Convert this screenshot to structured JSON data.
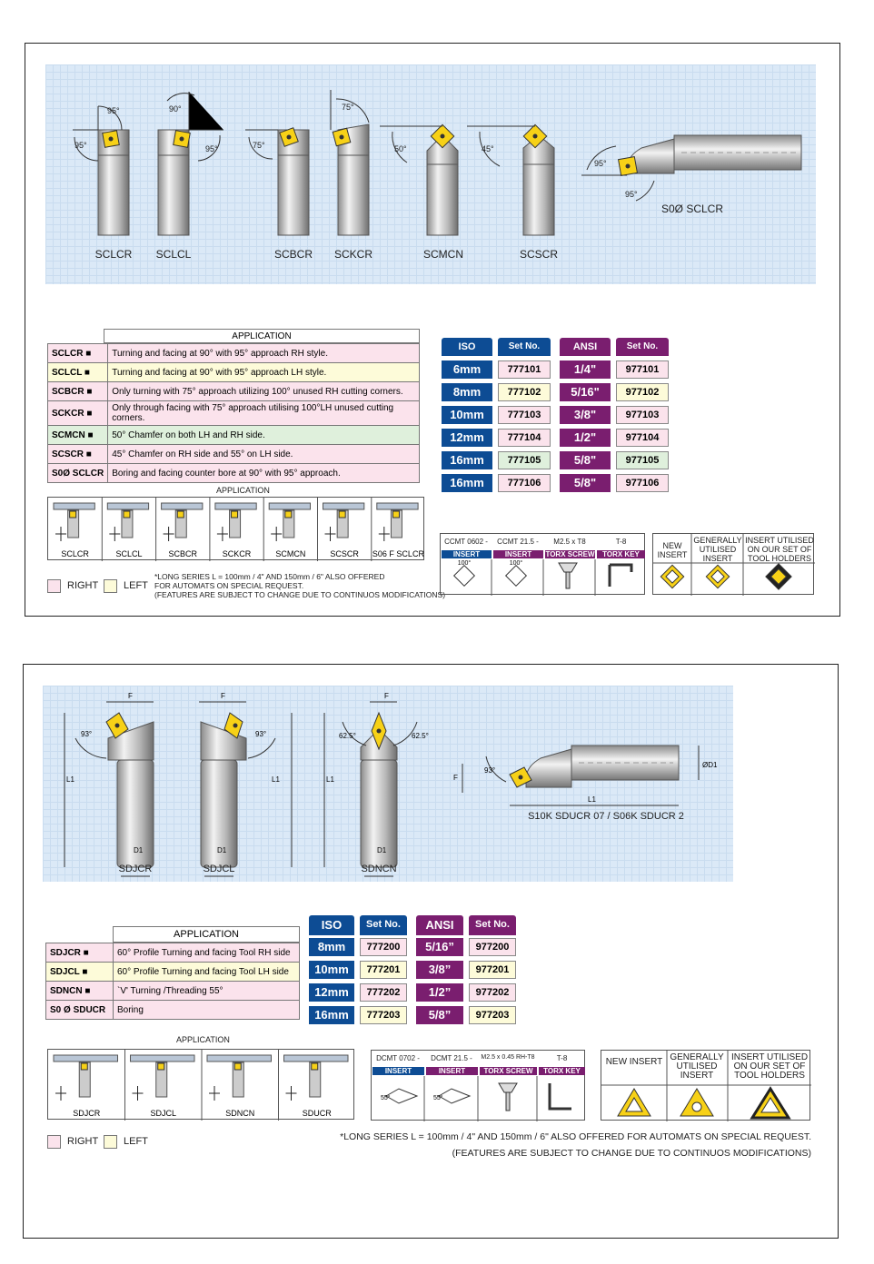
{
  "panel1": {
    "tools": [
      "SCLCR",
      "SCLCL",
      "SCBCR",
      "SCKCR",
      "SCMCN",
      "SCSCR",
      "S0Ø SCLCR"
    ],
    "angles": [
      "95°",
      "95°",
      "90°",
      "95°",
      "75°",
      "75°",
      "50°",
      "45°",
      "95°",
      "95°"
    ],
    "application_title": "APPLICATION",
    "rows": [
      {
        "code": "SCLCR ■",
        "desc": "Turning and facing at 90° with 95° approach RH style."
      },
      {
        "code": "SCLCL ■",
        "desc": "Turning and facing at 90° with 95° approach LH style."
      },
      {
        "code": "SCBCR ■",
        "desc": "Only  turning with 75° approach utilizing 100° unused RH cutting corners."
      },
      {
        "code": "SCKCR ■",
        "desc": "Only through facing with 75° approach utilising 100°LH unused cutting corners."
      },
      {
        "code": "SCMCN ■",
        "desc": "50° Chamfer on both LH and RH side."
      },
      {
        "code": "SCSCR ■",
        "desc": "45° Chamfer on RH side and 55° on LH side."
      },
      {
        "code": "S0Ø SCLCR",
        "desc": "Boring and facing counter bore at 90° with 95° approach."
      }
    ],
    "sizes": {
      "iso_header": "ISO",
      "set_header": "Set No.",
      "ansi_header": "ANSI",
      "set2_header": "Set No.",
      "rows": [
        {
          "iso": "6mm",
          "set": "777101",
          "ansi": "1/4\"",
          "set2": "977101"
        },
        {
          "iso": "8mm",
          "set": "777102",
          "ansi": "5/16\"",
          "set2": "977102"
        },
        {
          "iso": "10mm",
          "set": "777103",
          "ansi": "3/8\"",
          "set2": "977103"
        },
        {
          "iso": "12mm",
          "set": "777104",
          "ansi": "1/2\"",
          "set2": "977104"
        },
        {
          "iso": "16mm",
          "set": "777105",
          "ansi": "5/8\"",
          "set2": "977105"
        },
        {
          "iso": "16mm",
          "set": "777106",
          "ansi": "5/8\"",
          "set2": "977106"
        }
      ]
    },
    "app_strip_title": "APPLICATION",
    "app_strip": [
      "SCLCR",
      "SCLCL",
      "SCBCR",
      "SCKCR",
      "SCMCN",
      "SCSCR",
      "S06 F SCLCR"
    ],
    "legend_right": "RIGHT",
    "legend_left": "LEFT",
    "note": "*LONG SERIES L = 100mm / 4\" AND 150mm / 6\" ALSO OFFERED\nFOR AUTOMATS ON SPECIAL REQUEST.\n(FEATURES ARE SUBJECT TO CHANGE DUE TO CONTINUOS MODIFICATIONS)",
    "parts": {
      "heads": [
        "CCMT 0602 -",
        "CCMT 21.5 -",
        "M2.5 x T8",
        "T-8"
      ],
      "tags": [
        "INSERT",
        "INSERT",
        "TORX SCREW",
        "TORX KEY"
      ],
      "angle": "100°"
    },
    "inserts": [
      "NEW INSERT",
      "GENERALLY UTILISED INSERT",
      "INSERT UTILISED ON OUR SET OF TOOL HOLDERS"
    ]
  },
  "panel2": {
    "tools": [
      "SDJCR",
      "SDJCL",
      "SDNCN",
      "S10K SDUCR 07 / S06K SDUCR 2"
    ],
    "dims": {
      "f": "F",
      "l1": "L1",
      "d1": "D1",
      "od1": "ØD1"
    },
    "angles": [
      "93°",
      "93°",
      "62.5°",
      "62.5°",
      "93°"
    ],
    "application_title": "APPLICATION",
    "rows": [
      {
        "code": "SDJCR ■",
        "desc": "60° Profile Turning and facing Tool  RH side"
      },
      {
        "code": "SDJCL ■",
        "desc": "60° Profile Turning and facing Tool LH side"
      },
      {
        "code": "SDNCN ■",
        "desc": "`V' Turning /Threading 55°"
      },
      {
        "code": "S0 Ø SDUCR",
        "desc": "Boring"
      }
    ],
    "sizes": {
      "iso_header": "ISO",
      "set_header": "Set No.",
      "ansi_header": "ANSI",
      "set2_header": "Set No.",
      "rows": [
        {
          "iso": "8mm",
          "set": "777200",
          "ansi": "5/16”",
          "set2": "977200"
        },
        {
          "iso": "10mm",
          "set": "777201",
          "ansi": "3/8”",
          "set2": "977201"
        },
        {
          "iso": "12mm",
          "set": "777202",
          "ansi": "1/2”",
          "set2": "977202"
        },
        {
          "iso": "16mm",
          "set": "777203",
          "ansi": "5/8”",
          "set2": "977203"
        }
      ]
    },
    "app_strip_title": "APPLICATION",
    "app_strip": [
      "SDJCR",
      "SDJCL",
      "SDNCN",
      "SDUCR"
    ],
    "parts": {
      "heads": [
        "DCMT 0702 -",
        "DCMT 21.5 -",
        "M2.5 x 0.45 RH-T8",
        "T-8"
      ],
      "tags": [
        "INSERT",
        "INSERT",
        "TORX SCREW",
        "TORX KEY"
      ],
      "angle": "55°"
    },
    "inserts": [
      "NEW INSERT",
      "GENERALLY UTILISED INSERT",
      "INSERT UTILISED ON OUR SET OF TOOL HOLDERS"
    ],
    "legend_right": "RIGHT",
    "legend_left": "LEFT",
    "note1": "*LONG SERIES L = 100mm / 4\" AND 150mm / 6\" ALSO OFFERED FOR AUTOMATS ON SPECIAL REQUEST.",
    "note2": "(FEATURES ARE SUBJECT TO CHANGE DUE TO CONTINUOS MODIFICATIONS)"
  },
  "colors": {
    "iso_blue": "#0d4c94",
    "ansi_purple": "#7a1e6f",
    "insert_yellow": "#f7d117",
    "right_pink": "#fbe3ec",
    "left_yellow": "#fdfbd9",
    "green": "#dff0dc"
  }
}
